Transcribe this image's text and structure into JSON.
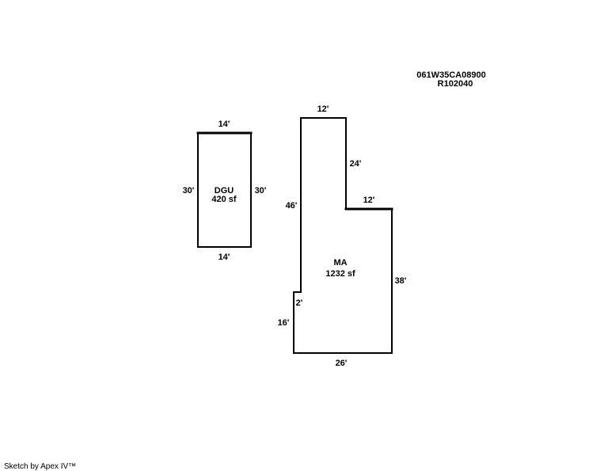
{
  "parcel": {
    "map_number": "061W35CA08900",
    "account": "R102040"
  },
  "dgu": {
    "label": "DGU",
    "area": "420 sf",
    "dims": {
      "top": "14'",
      "bottom": "14'",
      "left": "30'",
      "right": "30'"
    }
  },
  "ma": {
    "label": "MA",
    "area": "1232 sf",
    "dims": {
      "top": "12'",
      "inner_vertical": "24'",
      "inner_horizontal": "12'",
      "right": "38'",
      "bottom": "26'",
      "left_lower": "16'",
      "jog": "2'",
      "left_upper": "46'"
    }
  },
  "footer": {
    "credit": "Sketch by Apex IV™"
  }
}
